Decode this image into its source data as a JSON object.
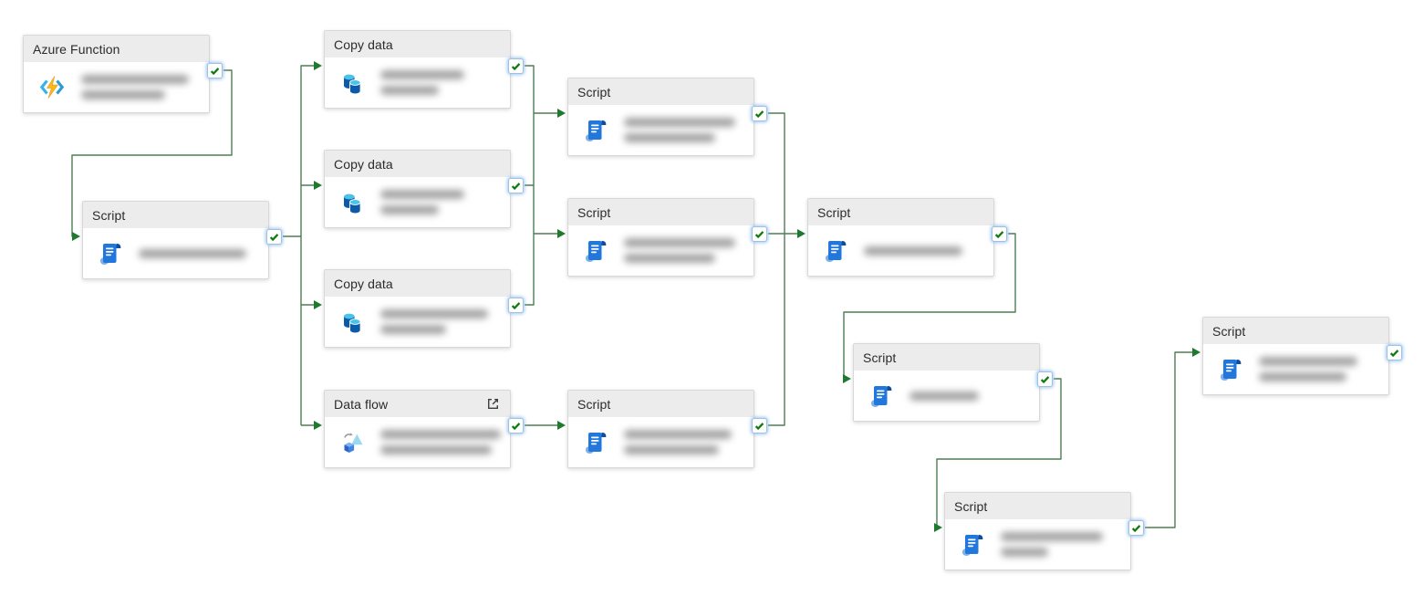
{
  "canvas": {
    "background": "#ffffff",
    "connector_color": "#4e7e52",
    "arrow_color": "#1f7a2e",
    "status_check_color": "#0b7a0b",
    "header_background": "#ececec"
  },
  "nodes": [
    {
      "id": "azure-function-1",
      "type": "Azure Function",
      "icon": "azure-function-icon",
      "status": "succeeded",
      "name_redacted": true
    },
    {
      "id": "script-1",
      "type": "Script",
      "icon": "script-icon",
      "status": "succeeded",
      "name_redacted": true
    },
    {
      "id": "copy-data-1",
      "type": "Copy data",
      "icon": "copy-data-icon",
      "status": "succeeded",
      "name_redacted": true
    },
    {
      "id": "copy-data-2",
      "type": "Copy data",
      "icon": "copy-data-icon",
      "status": "succeeded",
      "name_redacted": true
    },
    {
      "id": "copy-data-3",
      "type": "Copy data",
      "icon": "copy-data-icon",
      "status": "succeeded",
      "name_redacted": true
    },
    {
      "id": "data-flow-1",
      "type": "Data flow",
      "icon": "data-flow-icon",
      "status": "succeeded",
      "name_redacted": true,
      "has_open_button": true
    },
    {
      "id": "script-2",
      "type": "Script",
      "icon": "script-icon",
      "status": "succeeded",
      "name_redacted": true
    },
    {
      "id": "script-3",
      "type": "Script",
      "icon": "script-icon",
      "status": "succeeded",
      "name_redacted": true
    },
    {
      "id": "script-4",
      "type": "Script",
      "icon": "script-icon",
      "status": "succeeded",
      "name_redacted": true
    },
    {
      "id": "script-5",
      "type": "Script",
      "icon": "script-icon",
      "status": "succeeded",
      "name_redacted": true
    },
    {
      "id": "script-6",
      "type": "Script",
      "icon": "script-icon",
      "status": "succeeded",
      "name_redacted": true
    },
    {
      "id": "script-7",
      "type": "Script",
      "icon": "script-icon",
      "status": "succeeded",
      "name_redacted": true
    },
    {
      "id": "script-8",
      "type": "Script",
      "icon": "script-icon",
      "status": "succeeded",
      "name_redacted": true
    }
  ],
  "edges": [
    {
      "from": "azure-function-1",
      "to": "script-1",
      "condition": "success"
    },
    {
      "from": "script-1",
      "to": "copy-data-1",
      "condition": "success"
    },
    {
      "from": "script-1",
      "to": "copy-data-2",
      "condition": "success"
    },
    {
      "from": "script-1",
      "to": "copy-data-3",
      "condition": "success"
    },
    {
      "from": "script-1",
      "to": "data-flow-1",
      "condition": "success"
    },
    {
      "from": "copy-data-1",
      "to": "script-2",
      "condition": "success"
    },
    {
      "from": "copy-data-2",
      "to": "script-2",
      "condition": "success"
    },
    {
      "from": "copy-data-2",
      "to": "script-3",
      "condition": "success"
    },
    {
      "from": "copy-data-3",
      "to": "script-3",
      "condition": "success"
    },
    {
      "from": "data-flow-1",
      "to": "script-4",
      "condition": "success"
    },
    {
      "from": "script-2",
      "to": "script-5",
      "condition": "success"
    },
    {
      "from": "script-3",
      "to": "script-5",
      "condition": "success"
    },
    {
      "from": "script-4",
      "to": "script-5",
      "condition": "success"
    },
    {
      "from": "script-5",
      "to": "script-6",
      "condition": "success"
    },
    {
      "from": "script-6",
      "to": "script-7",
      "condition": "success"
    },
    {
      "from": "script-7",
      "to": "script-8",
      "condition": "success"
    }
  ]
}
